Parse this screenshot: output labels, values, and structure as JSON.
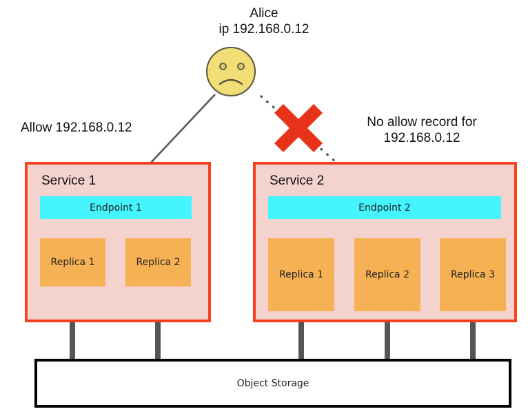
{
  "diagram": {
    "title_person": "Alice",
    "person_ip": "ip 192.168.0.12",
    "allow_label": "Allow 192.168.0.12",
    "deny_label_line1": "No allow record for",
    "deny_label_line2": "192.168.0.12",
    "storage_label": "Object Storage",
    "services": [
      {
        "name": "Service 1",
        "endpoint": "Endpoint 1",
        "replicas": [
          "Replica 1",
          "Replica 2"
        ]
      },
      {
        "name": "Service 2",
        "endpoint": "Endpoint 2",
        "replicas": [
          "Replica 1",
          "Replica 2",
          "Replica 3"
        ]
      }
    ],
    "colors": {
      "service_fill": "#F4D3CF",
      "service_border": "#F7401E",
      "endpoint_fill": "#44F4FF",
      "replica_fill": "#F5B153",
      "connector": "#555555",
      "face_fill": "#F2DE76",
      "x_mark": "#E8321A",
      "storage_border": "#000000",
      "background": "#FFFFFF"
    }
  }
}
